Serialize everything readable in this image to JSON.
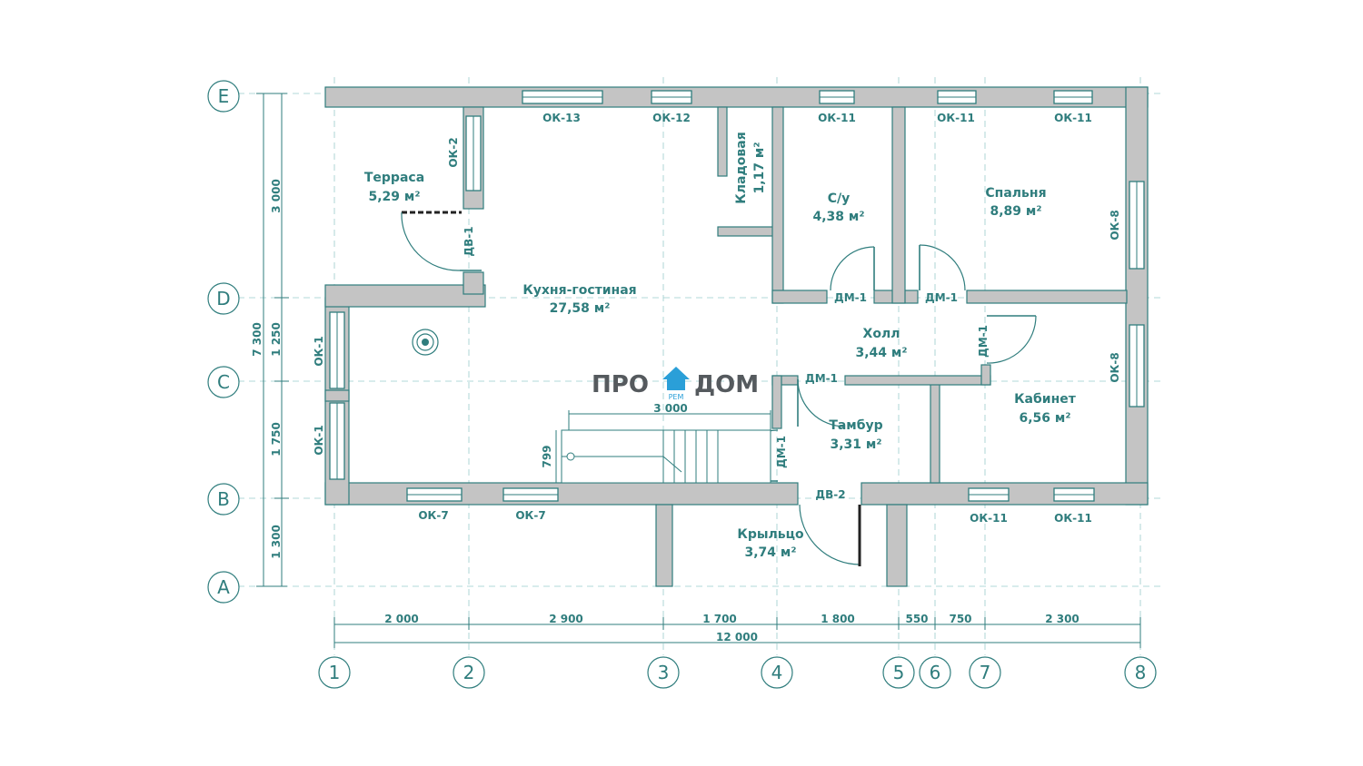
{
  "axes": {
    "rows": [
      "E",
      "D",
      "C",
      "B",
      "A"
    ],
    "cols": [
      "1",
      "2",
      "3",
      "4",
      "5",
      "6",
      "7",
      "8"
    ]
  },
  "dims": {
    "left": [
      "3 000",
      "1 250",
      "1 750",
      "1 300"
    ],
    "left_total": "7 300",
    "bottom": [
      "2 000",
      "2 900",
      "1 700",
      "1 800",
      "550",
      "750",
      "2 300"
    ],
    "bottom_total": "12 000",
    "stair_width": "3 000",
    "stair_depth": "799"
  },
  "rooms": {
    "terrace": {
      "name": "Терраса",
      "area": "5,29 м²"
    },
    "kitchen": {
      "name": "Кухня-гостиная",
      "area": "27,58 м²"
    },
    "pantry": {
      "name": "Кладовая",
      "area": "1,17 м²"
    },
    "bathroom": {
      "name": "С/у",
      "area": "4,38 м²"
    },
    "bedroom": {
      "name": "Спальня",
      "area": "8,89 м²"
    },
    "hall": {
      "name": "Холл",
      "area": "3,44 м²"
    },
    "vestibule": {
      "name": "Тамбур",
      "area": "3,31 м²"
    },
    "office": {
      "name": "Кабинет",
      "area": "6,56 м²"
    },
    "porch": {
      "name": "Крыльцо",
      "area": "3,74 м²"
    }
  },
  "windows": {
    "ok13": "ОК-13",
    "ok12": "ОК-12",
    "ok11": "ОК-11",
    "ok2": "ОК-2",
    "ok8": "ОК-8",
    "ok1": "ОК-1",
    "ok7": "ОК-7"
  },
  "doors": {
    "dv1": "ДВ-1",
    "dv2": "ДВ-2",
    "dm1": "ДМ-1"
  },
  "logo": {
    "left": "ПРО",
    "right": "ДОМ",
    "sub": "РЕМ",
    "color": "#2a9fd8"
  }
}
